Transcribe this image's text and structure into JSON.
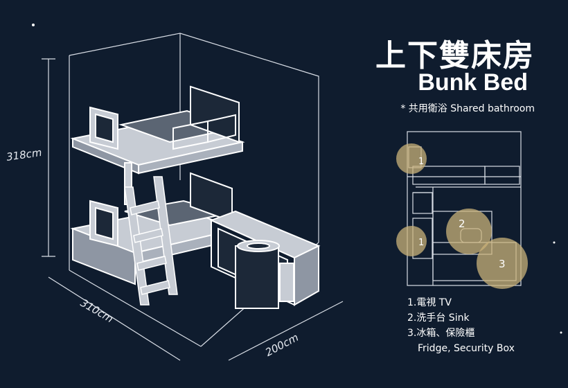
{
  "header": {
    "title": "上下雙床房",
    "subtitle": "Bunk Bed",
    "shared_note": "* 共用衛浴 Shared bathroom"
  },
  "dimensions": {
    "height": "318cm",
    "width": "310cm",
    "depth": "200cm"
  },
  "legend": {
    "item1": "1.電視 TV",
    "item2": "2.洗手台 Sink",
    "item3": "3.冰箱、保險櫃",
    "item3_en": "Fridge, Security Box"
  },
  "markers": {
    "tv_upper": "1",
    "tv_lower": "1",
    "sink": "2",
    "fridge": "3"
  },
  "colors": {
    "background": "#0f1c2e",
    "line": "#ffffff",
    "marker": "#c9b27a"
  }
}
